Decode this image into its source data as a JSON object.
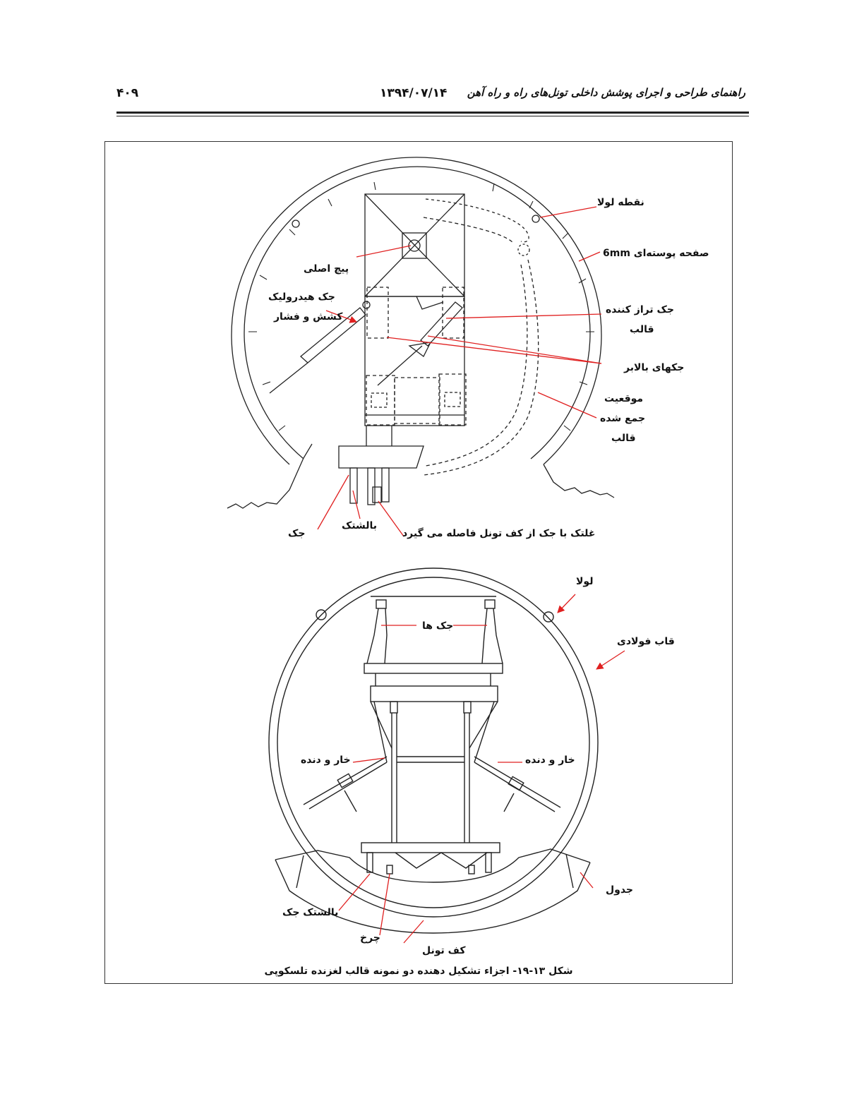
{
  "header": {
    "title": "راهنمای طراحی و اجرای پوشش داخلی تونل‌های راه و راه آهن",
    "date": "۱۳۹۴/۰۷/۱۴",
    "page": "۴۰۹"
  },
  "figure1": {
    "labels": {
      "hinge_point": "نقطه لولا",
      "shell_plate": "صفحه پوسته‌ای 6mm",
      "main_screw": "پیچ اصلی",
      "hydraulic_jack_1": "جک هیدرولیک",
      "hydraulic_jack_2": "کشش و فشار",
      "leveling_jack_1": "جک تراز کننده",
      "leveling_jack_2": "قالب",
      "lifting_jacks": "جکهای بالابر",
      "collapsed_1": "موقعیت",
      "collapsed_2": "جمع شده",
      "collapsed_3": "قالب",
      "jack": "جک",
      "pad": "بالشتک",
      "roller": "غلتک با جک از کف تونل فاصله می گیرد"
    }
  },
  "figure2": {
    "labels": {
      "hinge": "لولا",
      "steel_form": "قاب فولادی",
      "jacks": "جک ها",
      "ratchet_left": "خار و دنده",
      "ratchet_right": "خار و دنده",
      "curb": "جدول",
      "pad_jack": "بالشتک جک",
      "wheel": "چرخ",
      "tunnel_floor": "کف تونل"
    }
  },
  "caption": "شکل ۱۳-۱۹- اجزاء تشکیل دهنده دو نمونه قالب لغزنده تلسکوپی",
  "colors": {
    "line": "#222222",
    "leader": "#e02020"
  }
}
